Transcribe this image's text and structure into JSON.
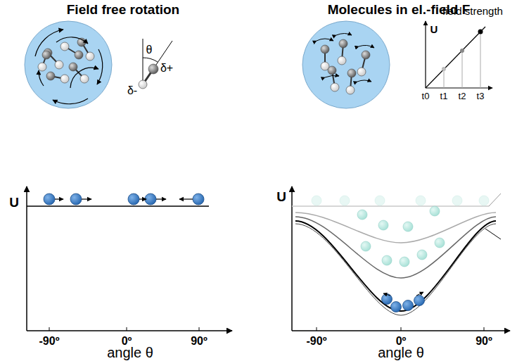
{
  "diagram": {
    "labels": [
      "Field free rotation",
      "Molecules in el.-field F",
      "θ",
      "δ+",
      "δ-",
      "U",
      "-90º",
      "0º",
      "90º",
      "angle θ",
      "field strength",
      "U",
      "t0",
      "t1",
      "t2",
      "t3",
      "U",
      "-90º",
      "0º",
      "90º",
      "angle θ"
    ]
  }
}
